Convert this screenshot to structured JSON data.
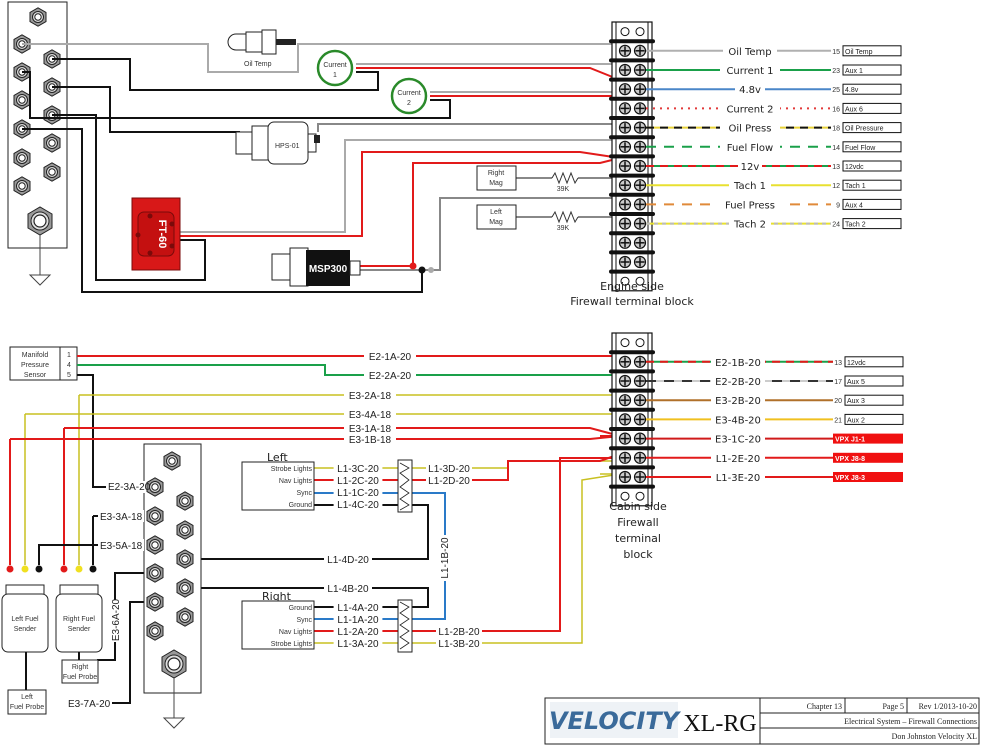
{
  "engine_side": {
    "caption_line1": "Engine side",
    "caption_line2": "Firewall terminal block",
    "rows": [
      {
        "wire": "Oil Temp",
        "pin": "15",
        "dest": "Oil Temp",
        "color": "#b0b0b0",
        "style": "solid"
      },
      {
        "wire": "Current 1",
        "pin": "23",
        "dest": "Aux 1",
        "color": "#1aa04a",
        "style": "solid"
      },
      {
        "wire": "4.8v",
        "pin": "25",
        "dest": "4.8v",
        "color": "#4a86c8",
        "style": "solid"
      },
      {
        "wire": "Current 2",
        "pin": "16",
        "dest": "Aux 6",
        "color": "#e23a3a",
        "style": "dotted"
      },
      {
        "wire": "Oil Press",
        "pin": "18",
        "dest": "Oil Pressure",
        "color": "#e8d23a",
        "style": "dash-black-yellow"
      },
      {
        "wire": "Fuel Flow",
        "pin": "14",
        "dest": "Fuel Flow",
        "color": "#1aa04a",
        "style": "dashed"
      },
      {
        "wire": "12v",
        "pin": "13",
        "dest": "12vdc",
        "color": "#e21a1a",
        "style": "dash-red-green"
      },
      {
        "wire": "Tach 1",
        "pin": "12",
        "dest": "Tach 1",
        "color": "#e8e030",
        "style": "solid"
      },
      {
        "wire": "Fuel Press",
        "pin": "9",
        "dest": "Aux 4",
        "color": "#e08a3a",
        "style": "dashed"
      },
      {
        "wire": "Tach 2",
        "pin": "24",
        "dest": "Tach 2",
        "color": "#e8e030",
        "style": "dash-gray-yellow"
      }
    ]
  },
  "engine_components": {
    "oil_temp_label": "Oil Temp",
    "current1_label": "Current",
    "current1_num": "1",
    "current2_label": "Current",
    "current2_num": "2",
    "hps_label": "HPS-01",
    "ft60_label": "FT-60",
    "msp_label": "MSP300",
    "right_mag": [
      "Right",
      "Mag"
    ],
    "left_mag": [
      "Left",
      "Mag"
    ],
    "resistor_value": "39K"
  },
  "cabin_side": {
    "caption": [
      "Cabin side",
      "Firewall",
      "terminal",
      "block"
    ],
    "rows": [
      {
        "wire": "E2-1B-20",
        "pin": "13",
        "dest": "12vdc",
        "color": "#e21a1a",
        "style": "dash-red-green",
        "dest_red": false
      },
      {
        "wire": "E2-2B-20",
        "pin": "17",
        "dest": "Aux 5",
        "color": "#555555",
        "style": "dash-black-gray",
        "dest_red": false
      },
      {
        "wire": "E3-2B-20",
        "pin": "20",
        "dest": "Aux 3",
        "color": "#b0702a",
        "style": "solid",
        "dest_red": false
      },
      {
        "wire": "E3-4B-20",
        "pin": "21",
        "dest": "Aux 2",
        "color": "#f0c020",
        "style": "solid",
        "dest_red": false
      },
      {
        "wire": "E3-1C-20",
        "pin": "",
        "dest": "VPX J1-1",
        "color": "#d01a1a",
        "style": "solid",
        "dest_red": true
      },
      {
        "wire": "L1-2E-20",
        "pin": "",
        "dest": "VPX J8-8",
        "color": "#e21a1a",
        "style": "solid",
        "dest_red": true
      },
      {
        "wire": "L1-3E-20",
        "pin": "",
        "dest": "VPX J8-3",
        "color": "#e21a1a",
        "style": "solid",
        "dest_red": true
      }
    ]
  },
  "cabin_wires": {
    "e2_1a": "E2-1A-20",
    "e2_2a": "E2-2A-20",
    "e3_2a": "E3-2A-18",
    "e3_4a": "E3-4A-18",
    "e3_1a": "E3-1A-18",
    "e3_1b": "E3-1B-18",
    "e2_3a": "E2-3A-20",
    "e3_3a": "E3-3A-18",
    "e3_5a": "E3-5A-18",
    "e3_6a": "E3-6A-20",
    "e3_7a": "E3-7A-20",
    "l1_4d": "L1-4D-20",
    "l1_4b": "L1-4B-20",
    "l1_1b": "L1-1B-20",
    "l1_3d": "L1-3D-20",
    "l1_2d": "L1-2D-20",
    "l1_2b": "L1-2B-20",
    "l1_3b": "L1-3B-20"
  },
  "manifold": {
    "label": [
      "Manifold",
      "Pressure",
      "Sensor"
    ],
    "pins": [
      "1",
      "4",
      "5"
    ]
  },
  "fuel": {
    "left_sender": [
      "Left Fuel",
      "Sender"
    ],
    "right_sender": [
      "Right Fuel",
      "Sender"
    ],
    "right_probe": [
      "Right",
      "Fuel Probe"
    ],
    "left_probe": [
      "Left",
      "Fuel Probe"
    ]
  },
  "lights": {
    "left_title": "Left",
    "left_pins": [
      {
        "name": "Strobe Lights",
        "wire": "L1-3C-20",
        "color": "#e8e030"
      },
      {
        "name": "Nav Lights",
        "wire": "L1-2C-20",
        "color": "#e21a1a"
      },
      {
        "name": "Sync",
        "wire": "L1-1C-20",
        "color": "#2a7ac8"
      },
      {
        "name": "Ground",
        "wire": "L1-4C-20",
        "color": "#111111"
      }
    ],
    "right_title": "Right",
    "right_pins": [
      {
        "name": "Ground",
        "wire": "L1-4A-20",
        "color": "#111111"
      },
      {
        "name": "Sync",
        "wire": "L1-1A-20",
        "color": "#2a7ac8"
      },
      {
        "name": "Nav Lights",
        "wire": "L1-2A-20",
        "color": "#e21a1a"
      },
      {
        "name": "Strobe Lights",
        "wire": "L1-3A-20",
        "color": "#e8e030"
      }
    ]
  },
  "title_block": {
    "logo": "VELOCITY",
    "model": "XL-RG",
    "chapter": "Chapter 13",
    "page": "Page 5",
    "rev": "Rev 1/2013-10-20",
    "title": "Electrical System – Firewall Connections",
    "author": "Don Johnston Velocity XL"
  }
}
